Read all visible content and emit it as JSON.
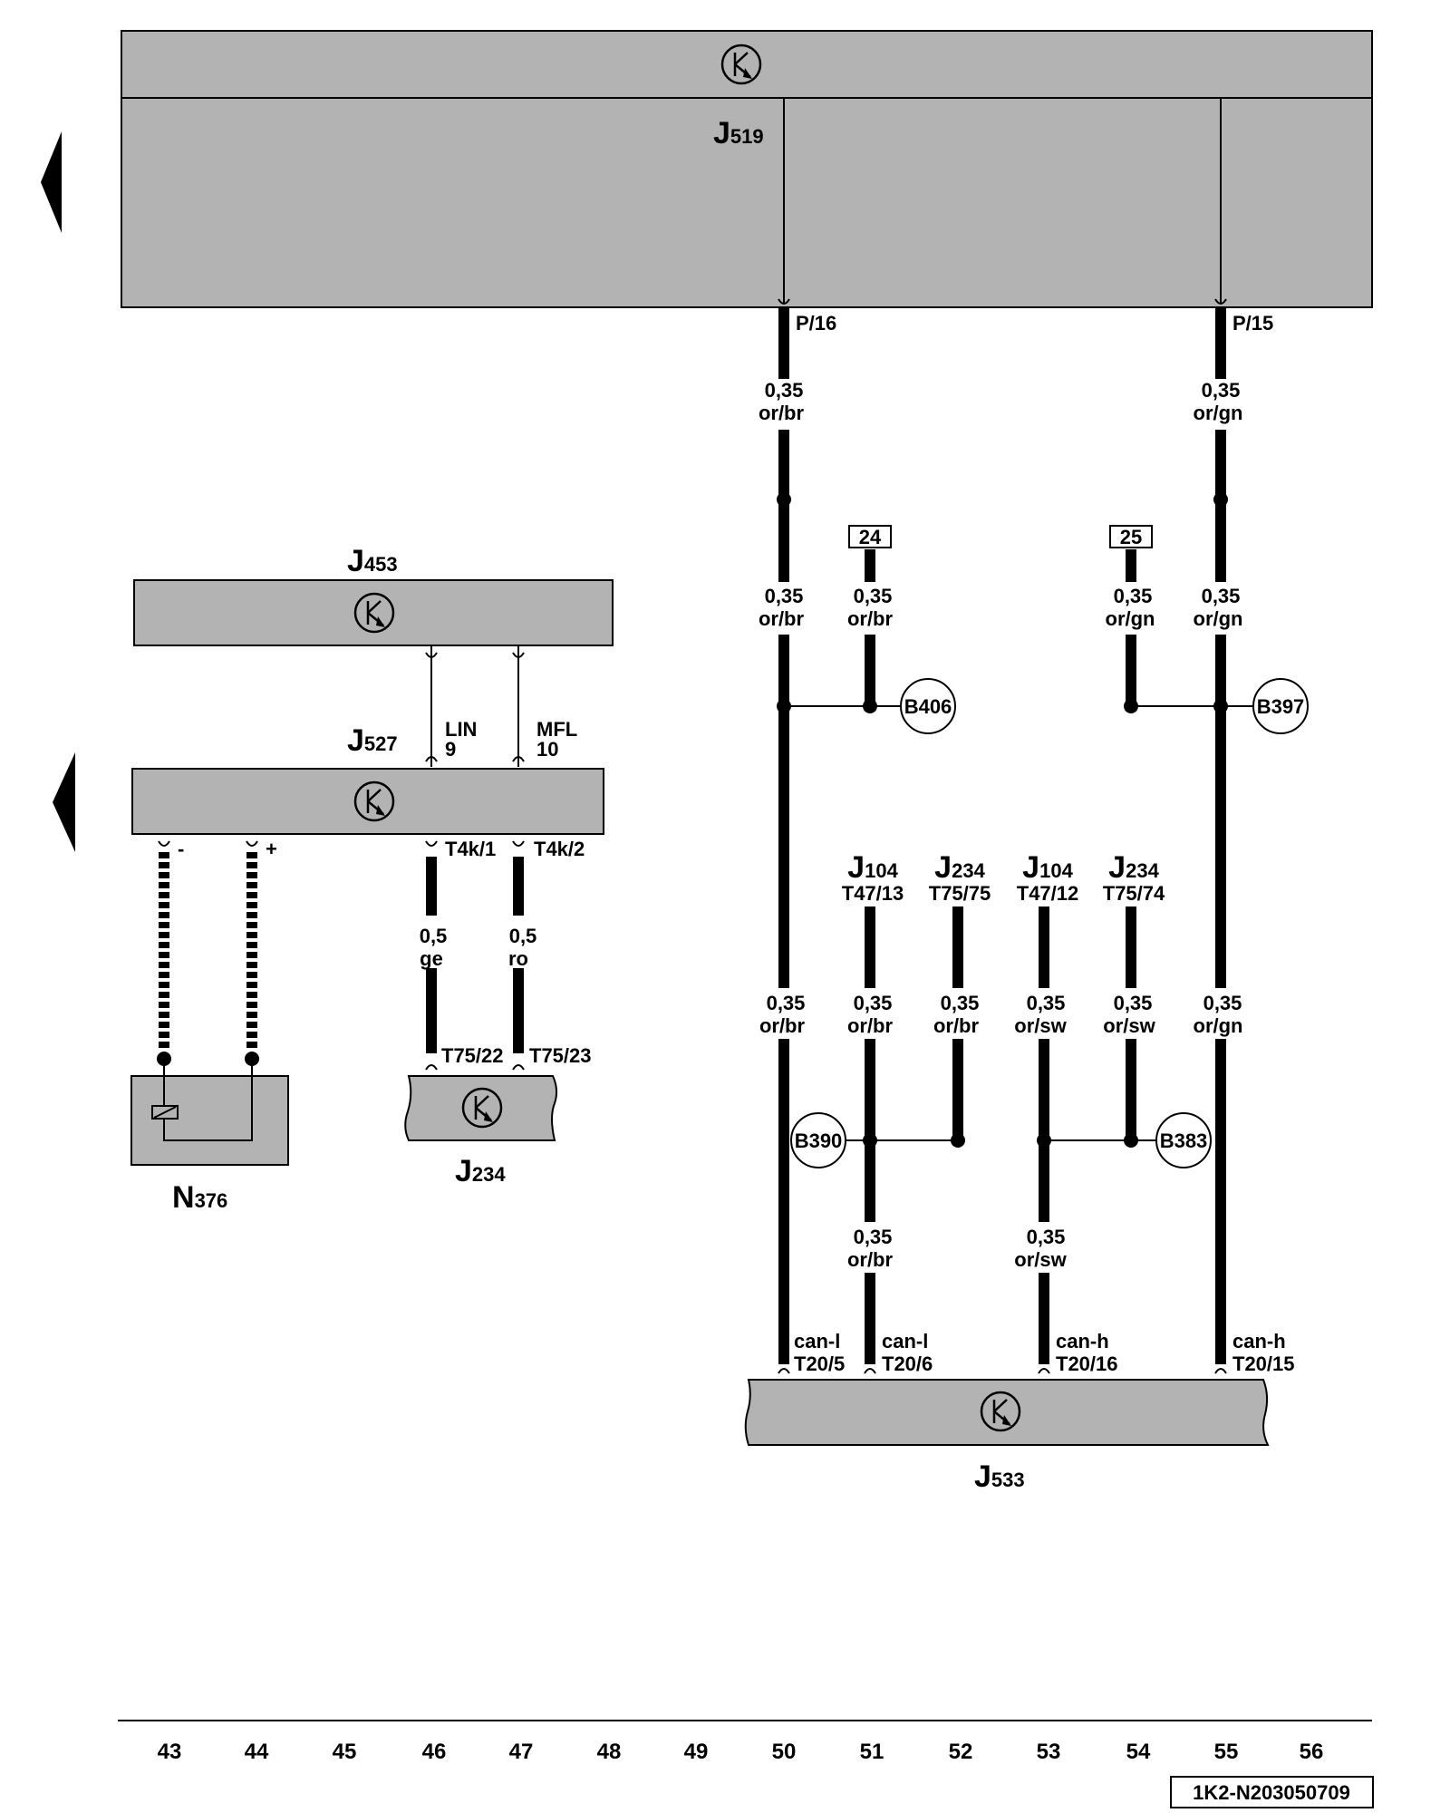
{
  "components": {
    "J519": {
      "letter": "J",
      "num": "519"
    },
    "J453": {
      "letter": "J",
      "num": "453"
    },
    "J527": {
      "letter": "J",
      "num": "527"
    },
    "J234_left": {
      "letter": "J",
      "num": "234"
    },
    "J533": {
      "letter": "J",
      "num": "533"
    },
    "N376": {
      "letter": "N",
      "num": "376"
    }
  },
  "pins": {
    "j519_left": "P/16",
    "j519_right": "P/15",
    "j527_lin_name": "LIN",
    "j527_lin_num": "9",
    "j527_mfl_name": "MFL",
    "j527_mfl_num": "10",
    "j527_minus": "-",
    "j527_plus": "+",
    "j527_t4k1": "T4k/1",
    "j527_t4k2": "T4k/2",
    "j234_t7522": "T75/22",
    "j234_t7523": "T75/23",
    "j533_pin1_sig": "can-l",
    "j533_pin1_term": "T20/5",
    "j533_pin2_sig": "can-l",
    "j533_pin2_term": "T20/6",
    "j533_pin3_sig": "can-h",
    "j533_pin3_term": "T20/16",
    "j533_pin4_sig": "can-h",
    "j533_pin4_term": "T20/15"
  },
  "wires": {
    "w50_top_size": "0,35",
    "w50_top_color": "or/br",
    "w55_top_size": "0,35",
    "w55_top_color": "or/gn",
    "w50_mid_size": "0,35",
    "w50_mid_color": "or/br",
    "w51_mid_size": "0,35",
    "w51_mid_color": "or/br",
    "w54_mid_size": "0,35",
    "w54_mid_color": "or/gn",
    "w55_mid_size": "0,35",
    "w55_mid_color": "or/gn",
    "w46_size": "0,5",
    "w46_color": "ge",
    "w47_size": "0,5",
    "w47_color": "ro",
    "w50_low_size": "0,35",
    "w50_low_color": "or/br",
    "w51_low_size": "0,35",
    "w51_low_color": "or/br",
    "w52_low_size": "0,35",
    "w52_low_color": "or/br",
    "w53_low_size": "0,35",
    "w53_low_color": "or/sw",
    "w54_low_size": "0,35",
    "w54_low_color": "or/sw",
    "w55_low_size": "0,35",
    "w55_low_color": "or/gn",
    "w51_bot_size": "0,35",
    "w51_bot_color": "or/br",
    "w53_bot_size": "0,35",
    "w53_bot_color": "or/sw"
  },
  "refs": {
    "ref24": "24",
    "ref25": "25",
    "J104_a": {
      "letter": "J",
      "num": "104",
      "term": "T47/13"
    },
    "J234_a": {
      "letter": "J",
      "num": "234",
      "term": "T75/75"
    },
    "J104_b": {
      "letter": "J",
      "num": "104",
      "term": "T47/12"
    },
    "J234_b": {
      "letter": "J",
      "num": "234",
      "term": "T75/74"
    }
  },
  "connectors": {
    "B406": "B406",
    "B397": "B397",
    "B390": "B390",
    "B383": "B383"
  },
  "axis": [
    "43",
    "44",
    "45",
    "46",
    "47",
    "48",
    "49",
    "50",
    "51",
    "52",
    "53",
    "54",
    "55",
    "56"
  ],
  "doc_id": "1K2-N203050709"
}
